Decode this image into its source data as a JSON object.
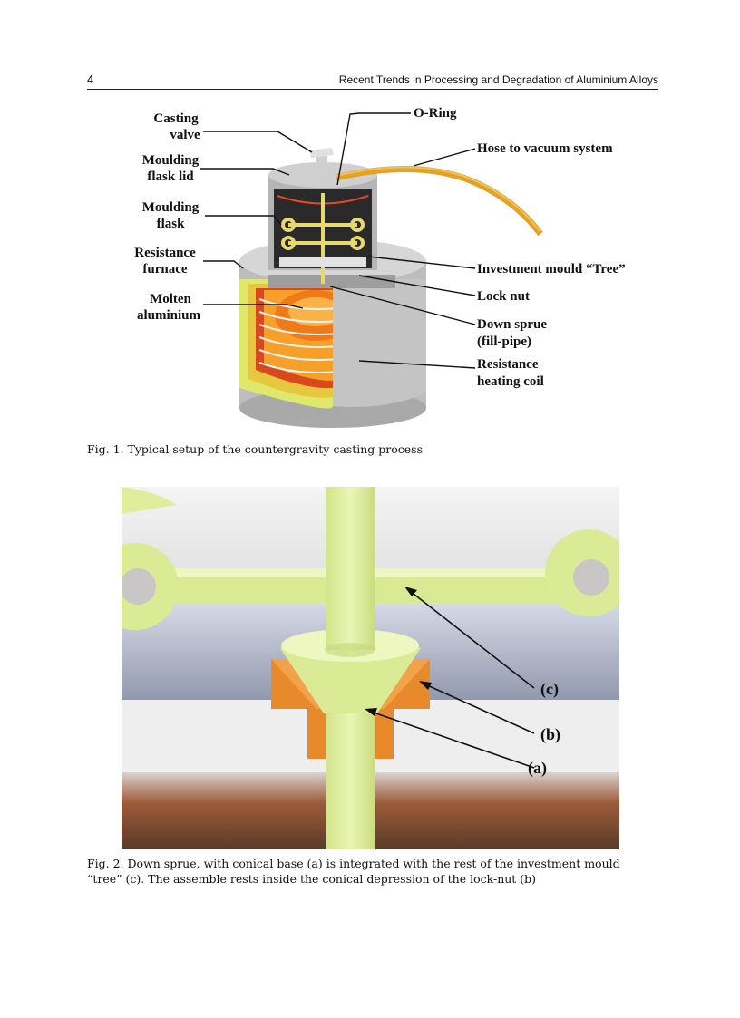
{
  "header": {
    "page_number": "4",
    "running_title": "Recent Trends in Processing and Degradation of Aluminium Alloys"
  },
  "figure1": {
    "labels": {
      "casting_valve_1": "Casting",
      "casting_valve_2": "valve",
      "flask_lid_1": "Moulding",
      "flask_lid_2": "flask lid",
      "flask_1": "Moulding",
      "flask_2": "flask",
      "furnace_1": "Resistance",
      "furnace_2": "furnace",
      "molten_1": "Molten",
      "molten_2": "aluminium",
      "o_ring": "O-Ring",
      "hose": "Hose to vacuum system",
      "tree": "Investment mould “Tree”",
      "lock_nut": "Lock nut",
      "down_sprue_1": "Down sprue",
      "down_sprue_2": "(fill-pipe)",
      "coil_1": "Resistance",
      "coil_2": "heating coil"
    },
    "caption": "Fig. 1. Typical setup of the countergravity casting process"
  },
  "figure2": {
    "labels": {
      "c": "(c)",
      "b": "(b)",
      "a": "(a)"
    },
    "caption_line1": "Fig. 2. Down sprue, with conical base (a) is integrated with the rest of the investment mould",
    "caption_line2": "“tree” (c). The assemble rests inside the conical depression of the lock-nut (b)"
  },
  "colors": {
    "mould_green": "#e3f0a0",
    "lock_nut_orange": "#e88a2c",
    "furnace_grey": "#c8c8c8",
    "molten": "#f07a1a"
  }
}
